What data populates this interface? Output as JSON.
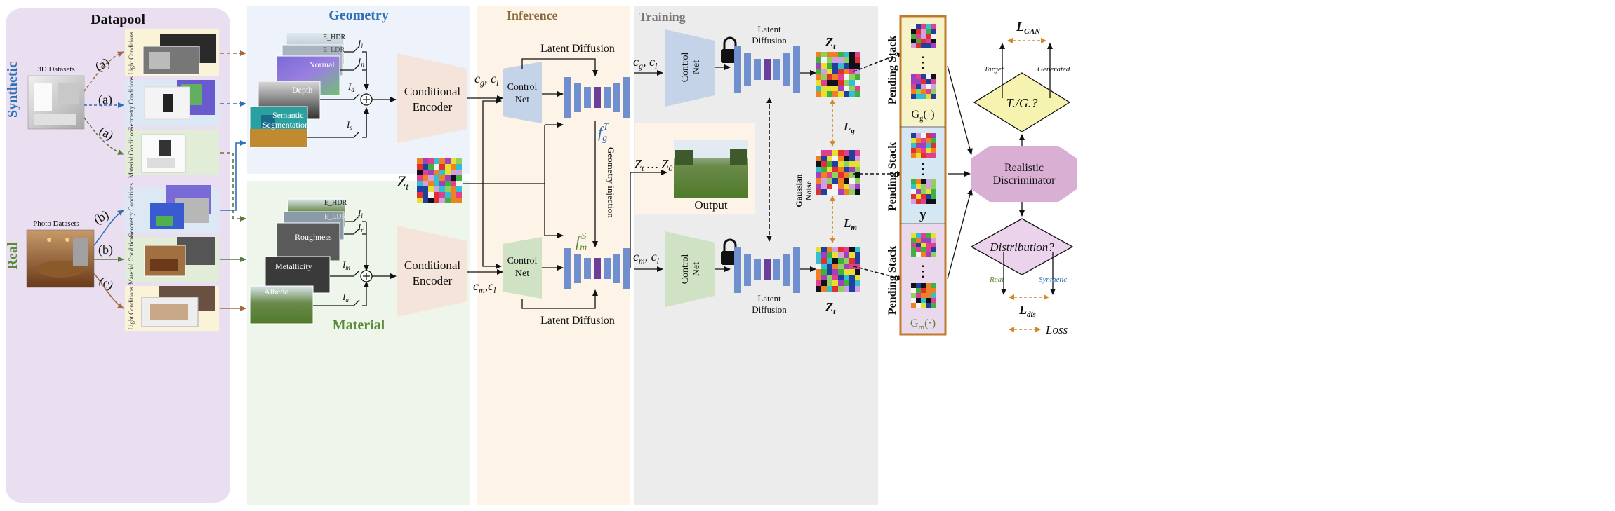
{
  "datapool": {
    "title": "Datapool",
    "synthetic_label": "Synthetic",
    "real_label": "Real",
    "datasets_3d": "3D Datasets",
    "datasets_photo": "Photo Datasets",
    "tag_a": "(a)",
    "tag_b": "(b)",
    "tag_c": "(c)",
    "cond_light": "Light Conditions",
    "cond_geometry": "Geometry Conditions",
    "cond_material": "Material Conditions"
  },
  "geometry": {
    "title": "Geometry",
    "layers": [
      "E_HDR",
      "E_LDR",
      "Normal",
      "Depth",
      "Semantic",
      "Segmentation"
    ],
    "switches": [
      "I",
      "I",
      "I",
      "I"
    ],
    "switch_subs": [
      "l",
      "n",
      "d",
      "s"
    ],
    "encoder": "Conditional Encoder"
  },
  "material": {
    "title": "Material",
    "layers": [
      "E_HDR",
      "E_LDR",
      "Roughness",
      "Metallicity",
      "Albedo"
    ],
    "switches": [
      "I",
      "I",
      "I",
      "I"
    ],
    "switch_subs": [
      "l",
      "r",
      "m",
      "a"
    ],
    "encoder": "Conditional Encoder"
  },
  "inference": {
    "title": "Inference",
    "latent_diffusion": "Latent Diffusion",
    "control_net": "Control Net",
    "cg_cl": "c",
    "geometry_injection": "Geometry injection",
    "zt": "Z",
    "zt_sub": "t",
    "z_seq": "Z",
    "output": "Output"
  },
  "training": {
    "title": "Training",
    "latent_diffusion": "Latent Diffusion",
    "control_net": "Control Net",
    "zt": "Z",
    "zt_sub": "t",
    "gaussian_noise": "Gaussian Noise",
    "lg": "L",
    "lg_sub": "g",
    "lm": "L",
    "lm_sub": "m",
    "pending_stack": "Pending Stack",
    "gg": "G",
    "gg_sub": "g",
    "gm": "G",
    "gm_sub": "m",
    "y": "y",
    "ellipsis": "⋮",
    "discriminator": "Realistic Discriminator",
    "tg_question": "T./G.?",
    "distribution_question": "Distribution?",
    "target": "Target",
    "generated": "Generated",
    "real": "Real",
    "synthetic": "Synthetic",
    "lgan": "L",
    "lgan_sub": "GAN",
    "ldis": "L",
    "ldis_sub": "dis",
    "loss_legend": "Loss"
  },
  "colors": {
    "datapool_bg": "#e9dff0",
    "geometry_bg": "#eef2fa",
    "material_bg": "#eef5ea",
    "inference_bg": "#fdf3e6",
    "training_bg": "#ececec",
    "unet_blue": "#6f8fcf",
    "unet_purple": "#6a3f9a",
    "control_blue": "#c4d3e8",
    "control_green": "#cfe3c4",
    "encoder": "#f4e4da",
    "discriminator": "#d9b0d4",
    "diamond_yellow": "#f6f3b0",
    "diamond_purple": "#ecd3ec",
    "loss_orange": "#d08a2a",
    "stack_border": "#c07a2a",
    "title_blue": "#2f6fb5",
    "title_green": "#5a8a3a",
    "brown_arrow": "#a06a40",
    "blue_arrow": "#2f6fb5",
    "green_arrow": "#5a7a3a"
  }
}
